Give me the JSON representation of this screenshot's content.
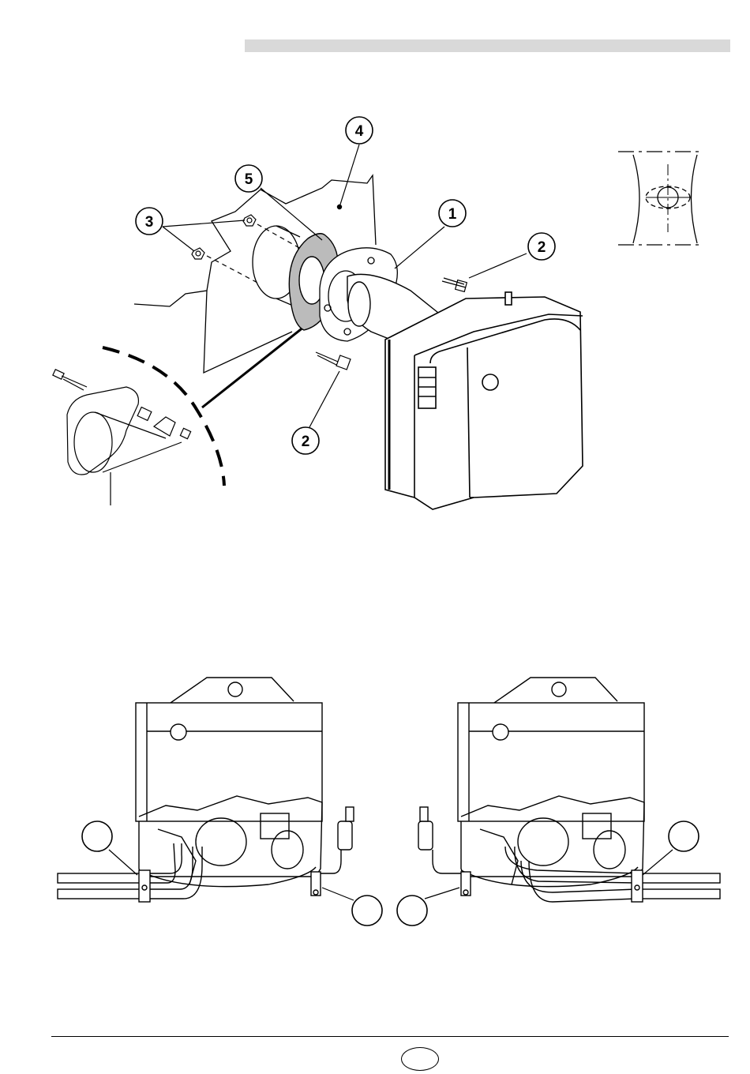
{
  "figure_top": {
    "callouts": [
      {
        "id": "c1",
        "label": "1"
      },
      {
        "id": "c2a",
        "label": "2"
      },
      {
        "id": "c2b",
        "label": "2"
      },
      {
        "id": "c3",
        "label": "3"
      },
      {
        "id": "c4",
        "label": "4"
      },
      {
        "id": "c5",
        "label": "5"
      }
    ]
  },
  "figure_bottom": {
    "callouts": [
      {
        "id": "left-a",
        "label": ""
      },
      {
        "id": "left-b",
        "label": ""
      },
      {
        "id": "right-a",
        "label": ""
      },
      {
        "id": "right-b",
        "label": ""
      }
    ]
  },
  "footer": {
    "page_number": ""
  },
  "colors": {
    "header_bar": "#d9d9d9",
    "line": "#000000"
  }
}
